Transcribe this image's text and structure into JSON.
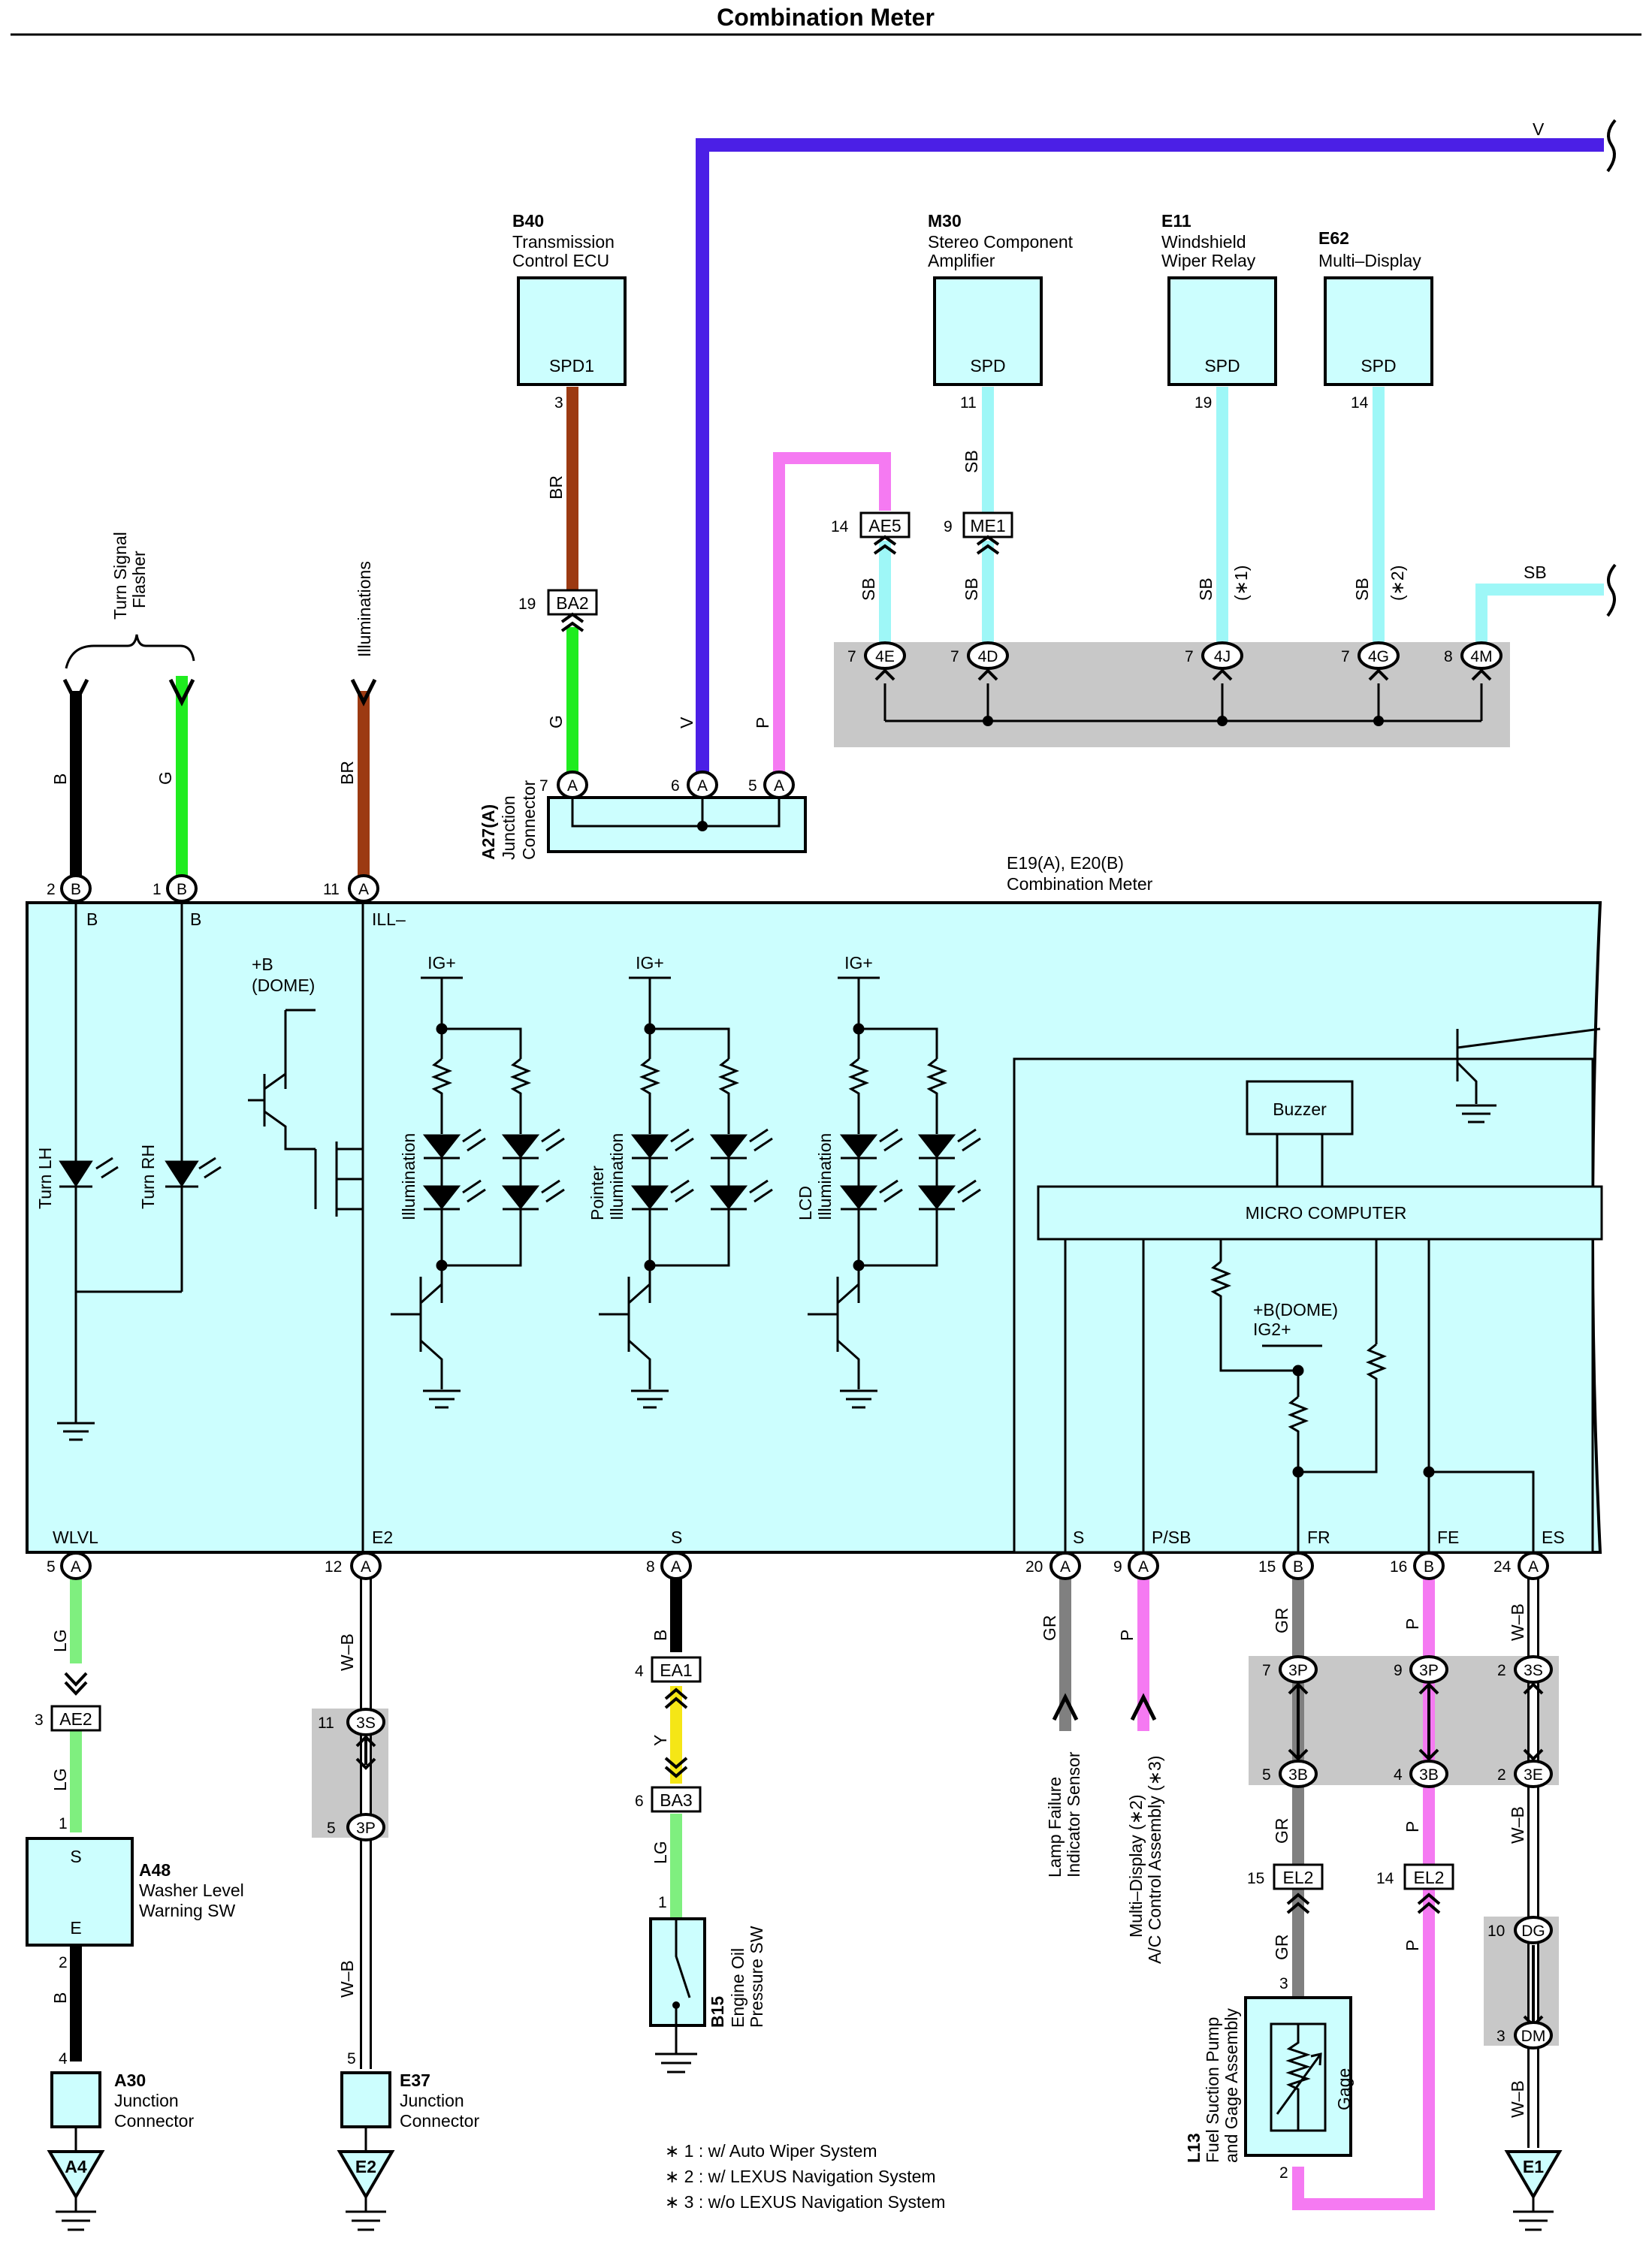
{
  "title": "Combination Meter",
  "colors": {
    "V": "#4b1fe6",
    "BR": "#9c3a12",
    "G": "#1fec1f",
    "LG": "#7fef7f",
    "B": "#000000",
    "P": "#f57af2",
    "SB": "#9ef7f7",
    "GR": "#808080",
    "Y": "#f5e616",
    "W-B": "#ffffff",
    "meter_fill": "#ccfefe",
    "shade": "#c8c8c8"
  },
  "components": {
    "b40": {
      "code": "B40",
      "line1": "Transmission",
      "line2": "Control ECU",
      "pin_label": "SPD1",
      "pin_no": "3"
    },
    "m30": {
      "code": "M30",
      "line1": "Stereo Component",
      "line2": "Amplifier",
      "pin_label": "SPD",
      "pin_no": "11"
    },
    "e11": {
      "code": "E11",
      "line1": "Windshield",
      "line2": "Wiper Relay",
      "pin_label": "SPD",
      "pin_no": "19"
    },
    "e62": {
      "code": "E62",
      "line1": "Multi–Display",
      "pin_label": "SPD",
      "pin_no": "14"
    },
    "a27": {
      "code": "A27(A)",
      "line1": "Junction",
      "line2": "Connector"
    },
    "meter": {
      "code": "E19(A), E20(B)",
      "line1": "Combination Meter"
    },
    "a48": {
      "code": "A48",
      "line1": "Washer Level",
      "line2": "Warning SW",
      "pin_s": "S",
      "pin_e": "E"
    },
    "a30": {
      "code": "A30",
      "line1": "Junction",
      "line2": "Connector"
    },
    "e37": {
      "code": "E37",
      "line1": "Junction",
      "line2": "Connector"
    },
    "b15": {
      "code": "B15",
      "line1": "Engine Oil",
      "line2": "Pressure SW"
    },
    "l13": {
      "code": "L13",
      "line1": "Fuel Suction Pump",
      "line2": "and Gage Assembly",
      "inner": "Gage"
    }
  },
  "top_labels": {
    "turn_signal_1": "Turn Signal",
    "turn_signal_2": "Flasher",
    "illuminations": "Illuminations",
    "v_right": "V",
    "sb_right": "SB"
  },
  "meter_internal": {
    "b1": "B",
    "b2": "B",
    "ill": "ILL–",
    "dome_1": "+B",
    "dome_2": "(DOME)",
    "ig1": "IG+",
    "ig2": "IG+",
    "ig3": "IG+",
    "turn_lh": "Turn LH",
    "turn_rh": "Turn RH",
    "ill_a": "Illumination",
    "ill_b1": "Pointer",
    "ill_b2": "Illumination",
    "ill_c1": "LCD",
    "ill_c2": "Illumination",
    "buzzer": "Buzzer",
    "micro": "MICRO COMPUTER",
    "bdome": "+B(DOME)",
    "ig2p": "IG2+",
    "wlvl": "WLVL",
    "e2": "E2",
    "s": "S",
    "s2": "S",
    "psb": "P/SB",
    "fr": "FR",
    "fe": "FE",
    "es": "ES"
  },
  "connectors": {
    "ae5": "AE5",
    "me1": "ME1",
    "ba2": "BA2",
    "c4e": "4E",
    "c4d": "4D",
    "c4j": "4J",
    "c4g": "4G",
    "c4m": "4M",
    "ae2": "AE2",
    "s3s": "3S",
    "p3p": "3P",
    "ea1": "EA1",
    "ba3": "BA3",
    "p3p_a": "3P",
    "p3p_b": "3P",
    "s3s_b": "3S",
    "b3b_a": "3B",
    "b3b_b": "3B",
    "e3e": "3E",
    "el2_a": "EL2",
    "el2_b": "EL2",
    "dg": "DG",
    "dm": "DM",
    "a": "A",
    "b": "B"
  },
  "pin_numbers": {
    "p14": "14",
    "p9": "9",
    "p19": "19",
    "p7a": "7",
    "p7b": "7",
    "p7c": "7",
    "p7d": "7",
    "p8": "8",
    "a27_7": "7",
    "a27_6": "6",
    "a27_5": "5",
    "m2": "2",
    "m1": "1",
    "m11": "11",
    "m5": "5",
    "m12": "12",
    "m8": "8",
    "m20": "20",
    "m9": "9",
    "m15": "15",
    "m16": "16",
    "m24": "24",
    "ae2_3": "3",
    "a48_1": "1",
    "a48_2": "2",
    "a30_4": "4",
    "s3s_11": "11",
    "p3p_5": "5",
    "e37_5": "5",
    "ea1_4": "4",
    "ba3_6": "6",
    "b15_1": "1",
    "p3p_7": "7",
    "p3p_9": "9",
    "s3s_2": "2",
    "b3b_5": "5",
    "b3b_4": "4",
    "e3e_2": "2",
    "el2_15": "15",
    "el2_14": "14",
    "dg_10": "10",
    "dm_3": "3",
    "l13_3": "3",
    "l13_2": "2"
  },
  "wire_labels": {
    "w_br_top": "BR",
    "w_g": "G",
    "w_v": "V",
    "w_p": "P",
    "w_sb_m30a": "SB",
    "w_sb_m30b": "SB",
    "w_sb_ae5": "SB",
    "w_sb_e11": "SB",
    "w_sb_e11_note": "(∗1)",
    "w_sb_e62": "SB",
    "w_sb_e62_note": "(∗2)",
    "w_b_left": "B",
    "w_g_left": "G",
    "w_br_left": "BR",
    "w_lg1": "LG",
    "w_lg2": "LG",
    "w_b_a48": "B",
    "w_wb1": "W–B",
    "w_wb2": "W–B",
    "w_b_s": "B",
    "w_y": "Y",
    "w_lg3": "LG",
    "w_gr1": "GR",
    "w_p1": "P",
    "w_gr2": "GR",
    "w_gr3": "GR",
    "w_gr4": "GR",
    "w_p2": "P",
    "w_p3": "P",
    "w_p4": "P",
    "w_wb3": "W–B",
    "w_wb4": "W–B",
    "w_wb5": "W–B"
  },
  "bottom_labels": {
    "lamp_1": "Lamp Failure",
    "lamp_2": "Indicator Sensor",
    "md_1": "Multi–Display (∗2)",
    "md_2": "A/C Control Assembly (∗3)",
    "g_a4": "A4",
    "g_e2": "E2",
    "g_e1": "E1"
  },
  "notes": [
    "∗ 1 : w/ Auto Wiper System",
    "∗ 2 : w/ LEXUS Navigation System",
    "∗ 3 : w/o LEXUS Navigation System"
  ]
}
